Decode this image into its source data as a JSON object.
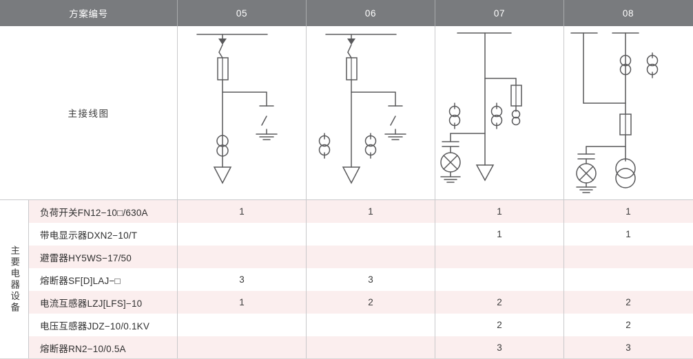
{
  "header": {
    "label": "方案编号",
    "schemes": [
      "05",
      "06",
      "07",
      "08"
    ]
  },
  "diagram_row": {
    "label": "主接线图"
  },
  "row_group": {
    "vertical_label": "主要电器设备"
  },
  "table": {
    "rows": [
      {
        "name": "负荷开关FN12−10□/630A",
        "values": [
          "1",
          "1",
          "1",
          "1"
        ]
      },
      {
        "name": "带电显示器DXN2−10/T",
        "values": [
          "",
          "",
          "1",
          "1"
        ]
      },
      {
        "name": "避雷器HY5WS−17/50",
        "values": [
          "",
          "",
          "",
          ""
        ]
      },
      {
        "name": "熔断器SF[D]LAJ−□",
        "values": [
          "3",
          "3",
          "",
          ""
        ]
      },
      {
        "name": "电流互感器LZJ[LFS]−10",
        "values": [
          "1",
          "2",
          "2",
          "2"
        ]
      },
      {
        "name": "电压互感器JDZ−10/0.1KV",
        "values": [
          "",
          "",
          "2",
          "2"
        ]
      },
      {
        "name": "熔断器RN2−10/0.5A",
        "values": [
          "",
          "",
          "3",
          "3"
        ]
      }
    ]
  },
  "colors": {
    "header_bg": "#797b7e",
    "header_text": "#ffffff",
    "row_stripe": "#fbeeee",
    "row_plain": "#ffffff",
    "grid_line": "#c9c9cb",
    "diagram_stroke": "#58585a",
    "body_text": "#2f2f2f"
  },
  "diagrams": {
    "scheme_05": {
      "name": "load-switch-fuse-earthing-ct-feeder",
      "components": [
        "busbar",
        "load-switch",
        "fuse",
        "earthing-switch",
        "current-transformer",
        "cable-arrow"
      ]
    },
    "scheme_06": {
      "name": "load-switch-fuse-earthing-two-ct-feeder",
      "components": [
        "busbar",
        "load-switch",
        "fuse",
        "earthing-switch",
        "current-transformer",
        "current-transformer",
        "cable-arrow"
      ]
    },
    "scheme_07": {
      "name": "vt-arrester-ct-fuse-feeder",
      "components": [
        "busbar",
        "fuse",
        "current-transformer",
        "current-transformer",
        "capacitor",
        "arrester",
        "ground",
        "cable-arrow"
      ]
    },
    "scheme_08": {
      "name": "metering-vt-arrester-fuse-ct",
      "components": [
        "busbar-terminals",
        "current-transformer",
        "current-transformer",
        "fuse",
        "capacitor",
        "arrester",
        "ground",
        "voltage-transformer"
      ]
    }
  }
}
